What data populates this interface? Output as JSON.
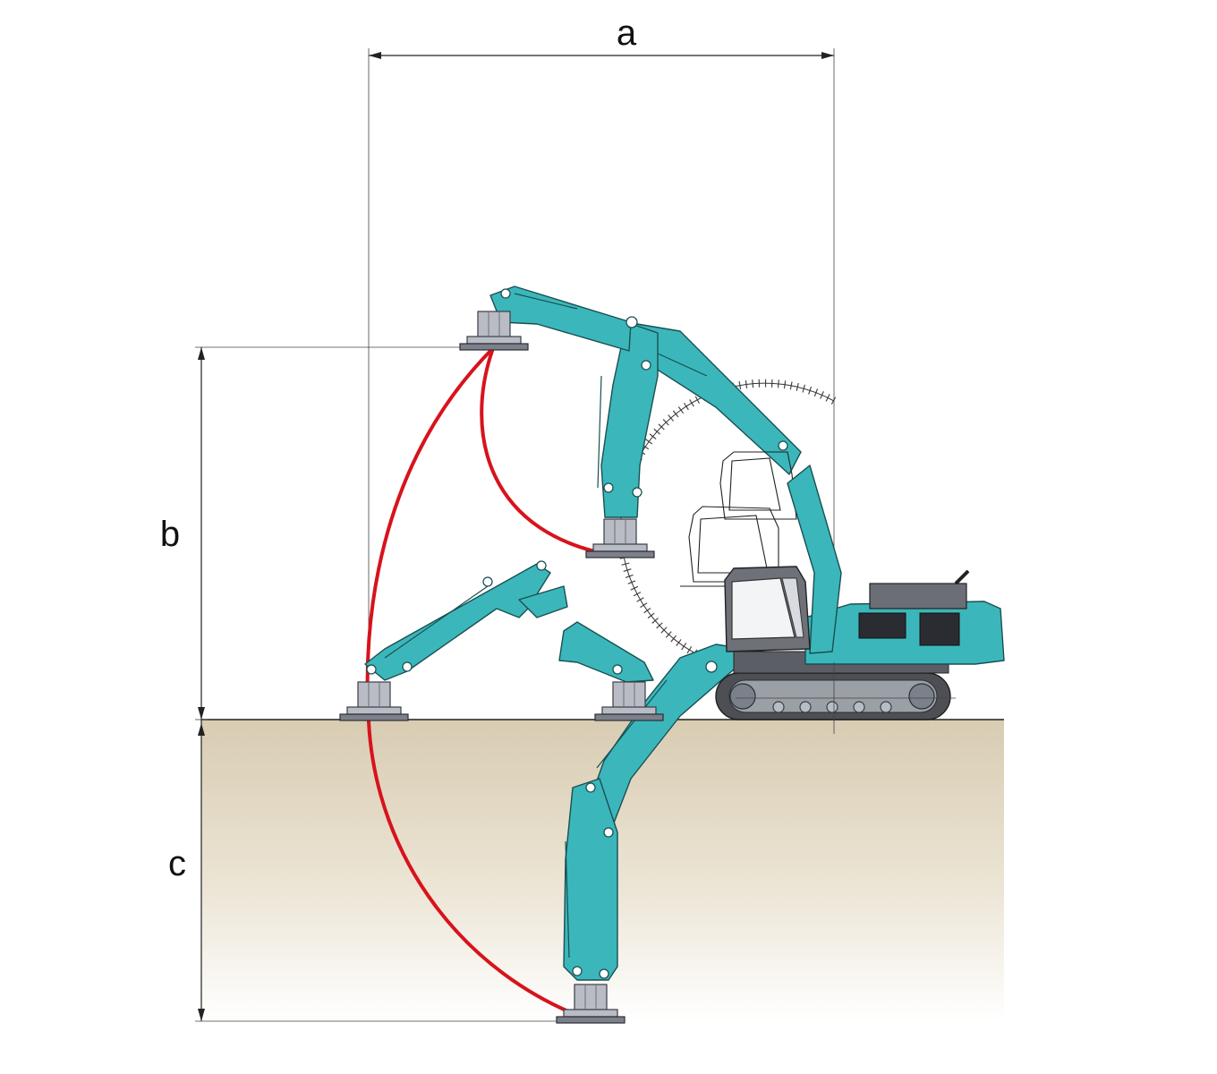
{
  "dimensions": {
    "a": "a",
    "b": "b",
    "c": "c"
  },
  "colors": {
    "machine": "#3bb7bb",
    "trajectory": "#d7131c",
    "ground_top": "#d8ccb2",
    "ground_bottom": "#ffffff",
    "attachment": "#b9bcc4"
  },
  "icons": [
    "excavator-side-view",
    "cutter-attachment",
    "swing-radius-hatch",
    "crawler-track"
  ]
}
